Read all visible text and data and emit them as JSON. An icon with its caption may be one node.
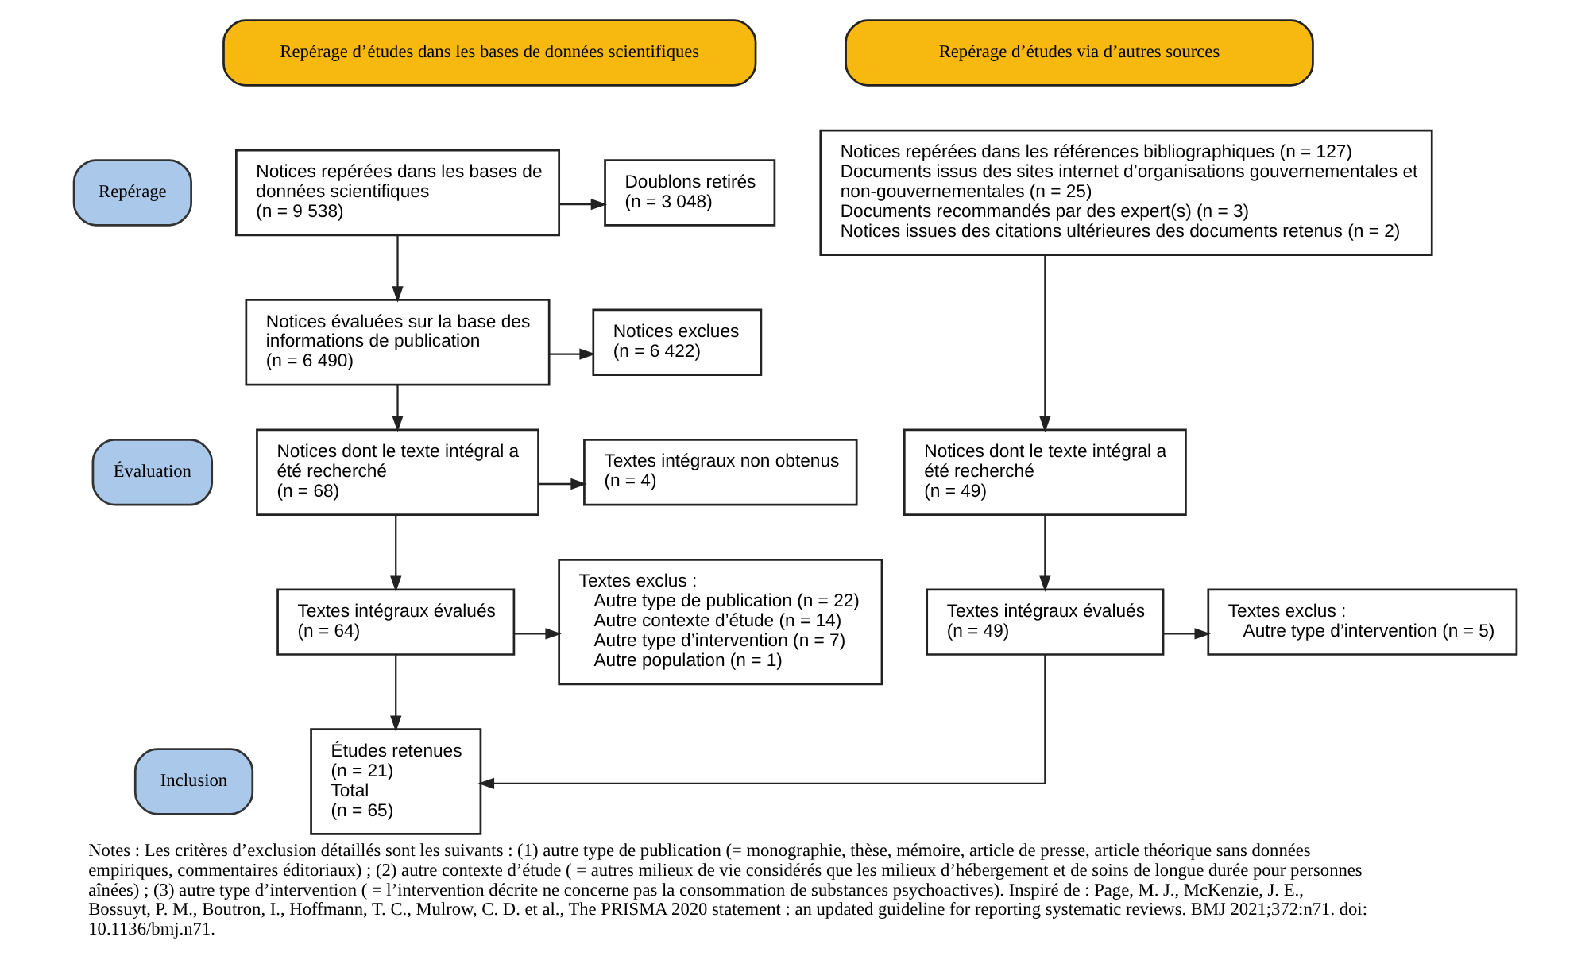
{
  "diagram": {
    "caption": "Notes : Les critères d’exclusion détaillés sont les suivants : (1) autre type de publication (= monographie, thèse, mémoire, article de presse, article théorique sans données empiriques, commentaires éditoriaux) ; (2) autre contexte d’étude ( = autres milieux de vie considérés que les milieux d’hébergement et de soins de longue durée pour personnes aînées) ; (3) autre type d’intervention ( = l’intervention décrite ne concerne pas la consommation de substances psychoactives). Inspiré de : Page, M. J., McKenzie, J. E., Bossuyt, P. M., Boutron, I., Hoffmann, T. C., Mulrow, C. D. et al., The PRISMA 2020 statement : an updated guideline for reporting systematic reviews. BMJ 2021;372:n71. doi: 10.1136/bmj.n71.",
    "nodes": [
      {
        "text": [
          "Repérage d’études dans les bases de données scientifiques"
        ]
      },
      {
        "text": [
          "Repérage d’études via d’autres sources"
        ]
      },
      {
        "text": [
          "Repérage"
        ]
      },
      {
        "text": [
          "Évaluation"
        ]
      },
      {
        "text": [
          "Inclusion"
        ]
      },
      {
        "text": [
          "Notices repérées dans les bases de données scientifiques",
          "(n = 9 538)"
        ]
      },
      {
        "text": [
          "Doublons retirés",
          "(n = 3 048)"
        ]
      },
      {
        "text": [
          "Notices repérées dans les références bibliographiques (n = 127)",
          "Documents issus des sites internet d’organisations gouvernementales et non-gouvernementales (n = 25)",
          "Documents recommandés par des expert(s) (n = 3)",
          "Notices issues des citations ultérieures des documents retenus (n = 2)"
        ]
      },
      {
        "text": [
          "Notices évaluées sur la base des informations de publication",
          "(n = 6 490)"
        ]
      },
      {
        "text": [
          "Notices exclues",
          "(n = 6 422)"
        ]
      },
      {
        "text": [
          "Notices dont le texte intégral a été recherché",
          "(n = 68)"
        ]
      },
      {
        "text": [
          "Textes intégraux non obtenus",
          "(n = 4)"
        ]
      },
      {
        "text": [
          "Notices dont le texte intégral a été recherché",
          "(n = 49)"
        ]
      },
      {
        "text": [
          "Textes intégraux évalués",
          "(n = 64)"
        ]
      },
      {
        "text": [
          "Textes exclus :",
          "Autre type de publication (n = 22)",
          "Autre contexte d’étude (n = 14)",
          "Autre type d’intervention (n = 7)",
          "Autre population (n = 1)"
        ]
      },
      {
        "text": [
          "Textes intégraux évalués",
          "(n = 49)"
        ]
      },
      {
        "text": [
          "Textes exclus :",
          "Autre type d’intervention (n = 5)"
        ]
      },
      {
        "text": [
          "Études retenues",
          "(n = 21)",
          "Total",
          "(n = 65)"
        ]
      }
    ],
    "edges": [
      {
        "from": 5,
        "to": 6,
        "arrow": "to"
      },
      {
        "from": 5,
        "to": 8,
        "arrow": "to"
      },
      {
        "from": 8,
        "to": 9,
        "arrow": "to"
      },
      {
        "from": 8,
        "to": 10,
        "arrow": "to"
      },
      {
        "from": 10,
        "to": 11,
        "arrow": "to"
      },
      {
        "from": 10,
        "to": 13,
        "arrow": "to"
      },
      {
        "from": 13,
        "to": 14,
        "arrow": "to"
      },
      {
        "from": 13,
        "to": 17,
        "arrow": "to"
      },
      {
        "from": 7,
        "to": 12,
        "arrow": "to"
      },
      {
        "from": 12,
        "to": 15,
        "arrow": "to"
      },
      {
        "from": 15,
        "to": 16,
        "arrow": "to"
      },
      {
        "from": 15,
        "to": 17,
        "arrow": "to"
      }
    ]
  }
}
